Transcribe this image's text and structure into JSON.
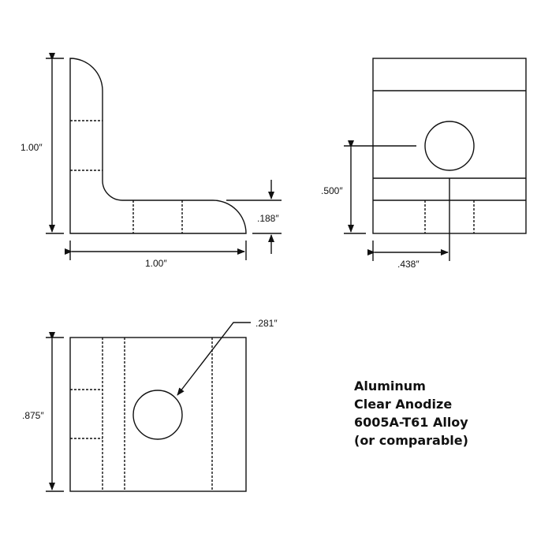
{
  "drawing": {
    "side_view": {
      "height_label": "1.00″",
      "width_label": "1.00″",
      "thickness_label": ".188″"
    },
    "front_view": {
      "hole_height_label": ".500″",
      "hole_offset_label": ".438″"
    },
    "bottom_view": {
      "height_label": ".875″",
      "hole_diameter_label": ".281″"
    },
    "stroke_color": "#111111",
    "background": "#ffffff"
  },
  "notes": {
    "material": "Aluminum",
    "finish": "Clear Anodize",
    "alloy": "6005A-T61 Alloy",
    "qualifier": "(or comparable)"
  }
}
